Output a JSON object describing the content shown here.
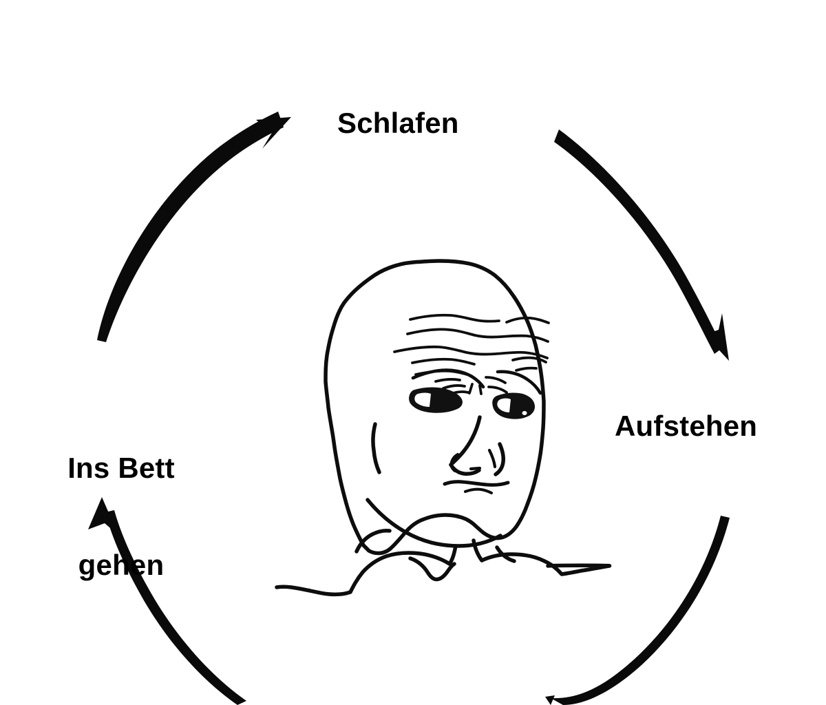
{
  "meme": {
    "type": "cycle-diagram",
    "language": "German",
    "background_color": "#ffffff",
    "ink_color": "#000000",
    "center_figure": {
      "name": "tired-wojak-face",
      "description": "bald wojak head with heavy forehead wrinkles, droopy shadowed eyes, frowning mouth, neck and shoulders",
      "skin_fill": "#ffffff",
      "outline_color": "#0d0d0d",
      "eye_shadow_color": "#b9b9bd"
    },
    "labels": {
      "top": "Schlafen",
      "right": "Aufstehen",
      "left_line1": "Ins Bett",
      "left_line2": "gehen"
    },
    "arrows": [
      {
        "id": "arrow-left-up",
        "from": "Ins Bett gehen",
        "to": "Schlafen",
        "direction": "up-right",
        "arrowhead": "top-left-quadrant"
      },
      {
        "id": "arrow-top-right-down",
        "from": "Schlafen",
        "to": "Aufstehen",
        "direction": "down-right",
        "arrowhead": "right-upper-quadrant"
      },
      {
        "id": "arrow-bottom-right-down",
        "from": "Aufstehen",
        "to": "bottom (cut off)",
        "direction": "down-left",
        "arrowhead": "off-screen-bottom"
      },
      {
        "id": "arrow-bottom-left-up",
        "from": "bottom (cut off)",
        "to": "Ins Bett gehen",
        "direction": "up-left",
        "arrowhead": "left-lower-quadrant"
      }
    ]
  }
}
